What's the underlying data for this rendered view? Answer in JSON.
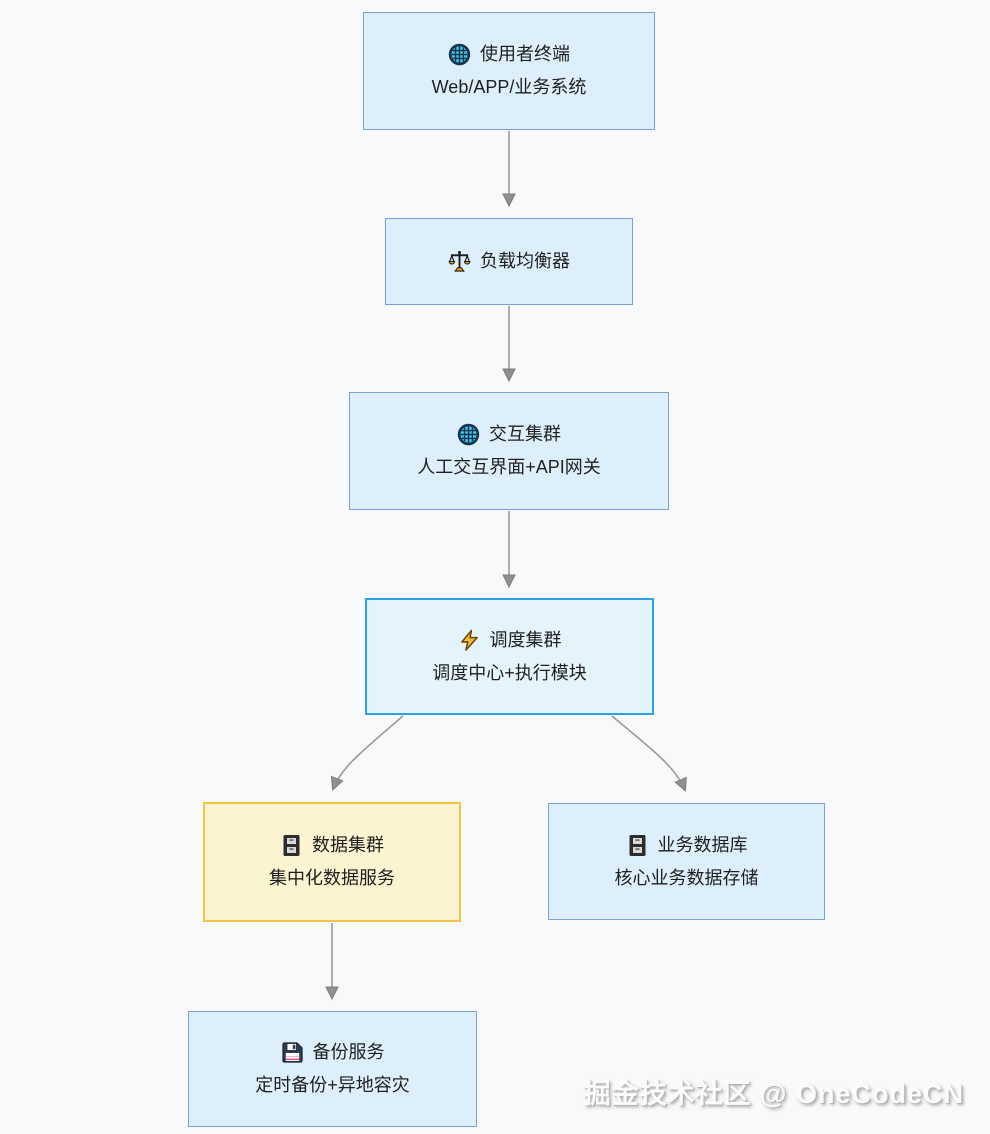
{
  "diagram": {
    "type": "flowchart-top-down",
    "watermark": {
      "text": "掘金技术社区 @ OneCodeCN"
    },
    "colors": {
      "canvas_bg": "#f8f9fb",
      "node_blue_fill": "#ddeffb",
      "node_blue_border": "#7d9fd6",
      "node_bright_fill": "#e4f4fd",
      "node_bright_border": "#29a3e8",
      "node_yellow_fill": "#fcf3d0",
      "node_yellow_border": "#f0c544",
      "edge_color": "#9a9a9a",
      "text_color": "#1f1f1f"
    },
    "nodes": [
      {
        "id": "user-terminal",
        "icon": "globe-icon",
        "title": "使用者终端",
        "subtitle": "Web/APP/业务系统",
        "style": "blue"
      },
      {
        "id": "load-balancer",
        "icon": "scale-icon",
        "title": "负载均衡器",
        "subtitle": "",
        "style": "blue"
      },
      {
        "id": "interaction-cluster",
        "icon": "globe-icon",
        "title": "交互集群",
        "subtitle": "人工交互界面+API网关",
        "style": "blue"
      },
      {
        "id": "scheduler-cluster",
        "icon": "bolt-icon",
        "title": "调度集群",
        "subtitle": "调度中心+执行模块",
        "style": "bright"
      },
      {
        "id": "data-cluster",
        "icon": "cabinet-icon",
        "title": "数据集群",
        "subtitle": "集中化数据服务",
        "style": "yellow"
      },
      {
        "id": "business-db",
        "icon": "cabinet-icon",
        "title": "业务数据库",
        "subtitle": "核心业务数据存储",
        "style": "blue"
      },
      {
        "id": "backup-service",
        "icon": "floppy-icon",
        "title": "备份服务",
        "subtitle": "定时备份+异地容灾",
        "style": "blue"
      }
    ],
    "edges": [
      {
        "from": "user-terminal",
        "to": "load-balancer"
      },
      {
        "from": "load-balancer",
        "to": "interaction-cluster"
      },
      {
        "from": "interaction-cluster",
        "to": "scheduler-cluster"
      },
      {
        "from": "scheduler-cluster",
        "to": "data-cluster"
      },
      {
        "from": "scheduler-cluster",
        "to": "business-db"
      },
      {
        "from": "data-cluster",
        "to": "backup-service"
      }
    ]
  }
}
